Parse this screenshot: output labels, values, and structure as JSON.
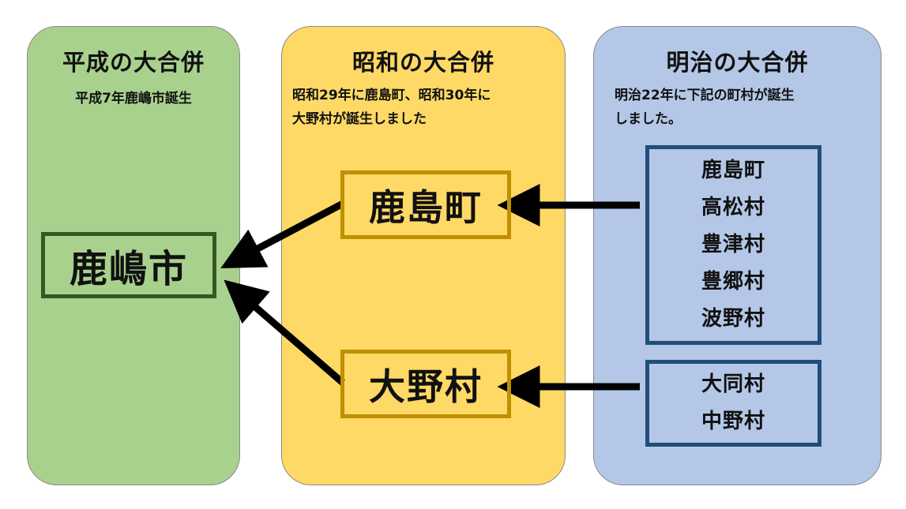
{
  "colors": {
    "heisei_fill": "#a9d18e",
    "showa_fill": "#ffd966",
    "meiji_fill": "#b4c7e7",
    "heisei_border": "#385723",
    "showa_border": "#bf9000",
    "meiji_border": "#1f4e79",
    "arrow": "#000000"
  },
  "heisei": {
    "title": "平成の大合併",
    "caption": "平成7年鹿嶋市誕生",
    "city": "鹿嶋市"
  },
  "showa": {
    "title": "昭和の大合併",
    "caption_lines": [
      "昭和29年に鹿島町、昭和30年に",
      "大野村が誕生しました"
    ],
    "towns": [
      "鹿島町",
      "大野村"
    ]
  },
  "meiji": {
    "title": "明治の大合併",
    "caption_lines": [
      "明治22年に下記の町村が誕生",
      "しました。"
    ],
    "group_kashima": [
      "鹿島町",
      "高松村",
      "豊津村",
      "豊郷村",
      "波野村"
    ],
    "group_ono": [
      "大同村",
      "中野村"
    ]
  },
  "arrows": [
    {
      "from": "meiji.group_kashima",
      "to": "showa.towns.0"
    },
    {
      "from": "meiji.group_ono",
      "to": "showa.towns.1"
    },
    {
      "from": "showa.towns.0",
      "to": "heisei.city"
    },
    {
      "from": "showa.towns.1",
      "to": "heisei.city"
    }
  ]
}
